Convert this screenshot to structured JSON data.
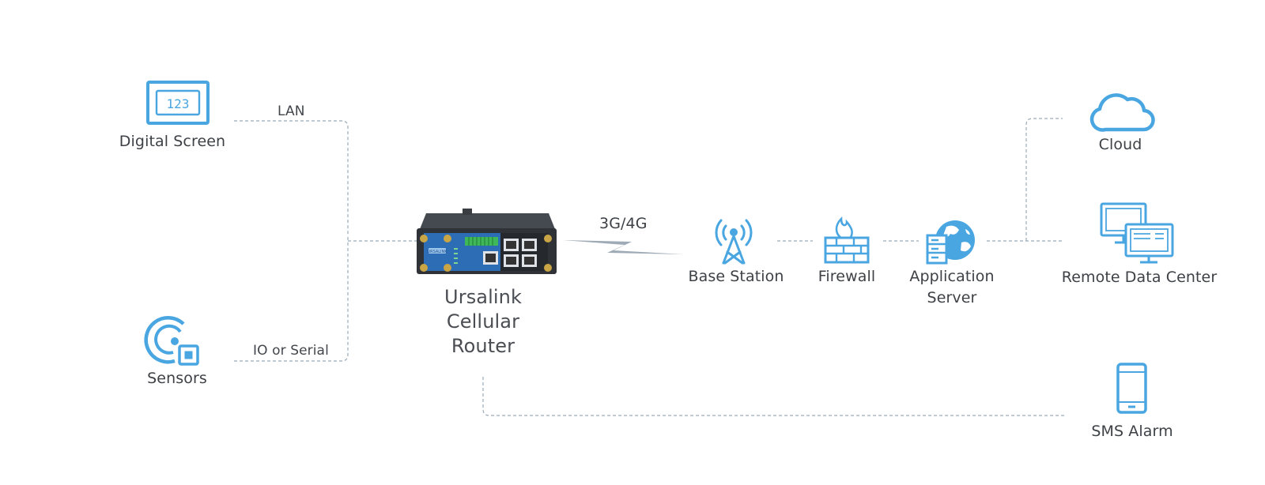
{
  "nodes": {
    "digital_screen": {
      "label": "Digital Screen",
      "icon": "digital-screen-icon",
      "screen_text": "123"
    },
    "sensors": {
      "label": "Sensors",
      "icon": "sensor-icon"
    },
    "router": {
      "label_lines": [
        "Ursalink",
        "Cellular",
        "Router"
      ],
      "icon": "router-device-image",
      "brand_mark": "URSALINK"
    },
    "base_station": {
      "label": "Base Station",
      "icon": "cell-tower-icon"
    },
    "firewall": {
      "label": "Firewall",
      "icon": "firewall-icon"
    },
    "app_server": {
      "label_lines": [
        "Application",
        "Server"
      ],
      "icon": "application-server-icon"
    },
    "cloud": {
      "label": "Cloud",
      "icon": "cloud-icon"
    },
    "remote_dc": {
      "label": "Remote Data Center",
      "icon": "monitors-icon"
    },
    "sms": {
      "label": "SMS Alarm",
      "icon": "phone-icon"
    }
  },
  "connections": {
    "lan": "LAN",
    "io_serial": "IO or Serial",
    "cellular": "3G/4G"
  },
  "colors": {
    "icon_blue": "#4aa6e0",
    "line": "#9aaab8",
    "text": "#3d4146",
    "router_body": "#2f3338",
    "router_panel": "#2c6db5"
  }
}
